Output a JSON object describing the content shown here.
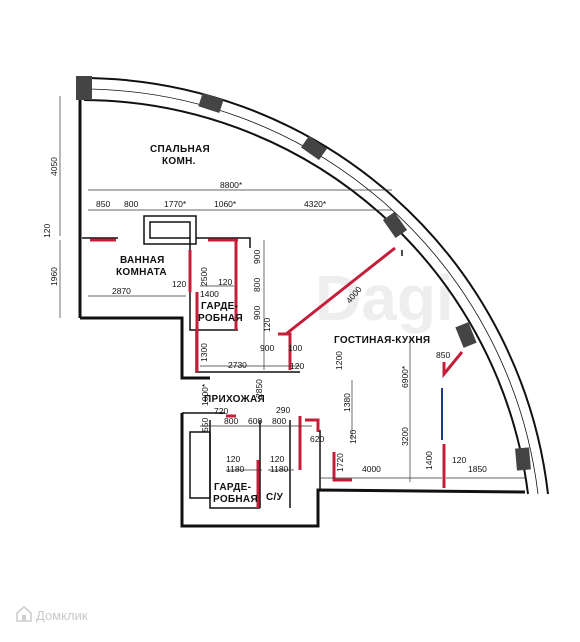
{
  "rooms": {
    "bedroom_l1": "СПАЛЬНАЯ",
    "bedroom_l2": "КОМН.",
    "bathroom_l1": "ВАННАЯ",
    "bathroom_l2": "КОМНАТА",
    "wardrobe1_l1": "ГАРДЕ-",
    "wardrobe1_l2": "РОБНАЯ",
    "living": "ГОСТИНАЯ-КУХНЯ",
    "hall": "ПРИХОЖАЯ",
    "wardrobe2_l1": "ГАРДЕ-",
    "wardrobe2_l2": "РОБНАЯ",
    "wc": "С/У"
  },
  "dimensions": {
    "d4050": "4050",
    "d8800": "8800*",
    "d850a": "850",
    "d800a": "800",
    "d1770": "1770*",
    "d1060": "1060*",
    "d4320": "4320*",
    "d120a": "120",
    "d1960": "1960",
    "d2870": "2870",
    "d120b": "120",
    "d2500": "2500",
    "d120c": "120",
    "d1400a": "1400",
    "d900a": "900",
    "d800b": "800",
    "d900b": "900",
    "d120d": "120",
    "d4000a": "4000",
    "d1300": "1300",
    "d900c": "900",
    "d100": "100",
    "d120e": "120",
    "d2730": "2730",
    "d1200": "1200",
    "d6900": "6900*",
    "d850b": "850",
    "d1000": "1000*",
    "d2850": "2850",
    "d720": "720",
    "d550": "550",
    "d800c": "800",
    "d600a": "600",
    "d800d": "800",
    "d290": "290",
    "d1380": "1380",
    "d620": "620",
    "d120f": "120",
    "d3200": "3200",
    "d120g": "120",
    "d1180a": "1180",
    "d120h": "120",
    "d1180b": "1180",
    "d1720": "1720",
    "d4000b": "4000",
    "d1400b": "1400",
    "d120i": "120",
    "d1850": "1850"
  },
  "watermark": {
    "center": "Dagi",
    "brand": "Домклик"
  }
}
